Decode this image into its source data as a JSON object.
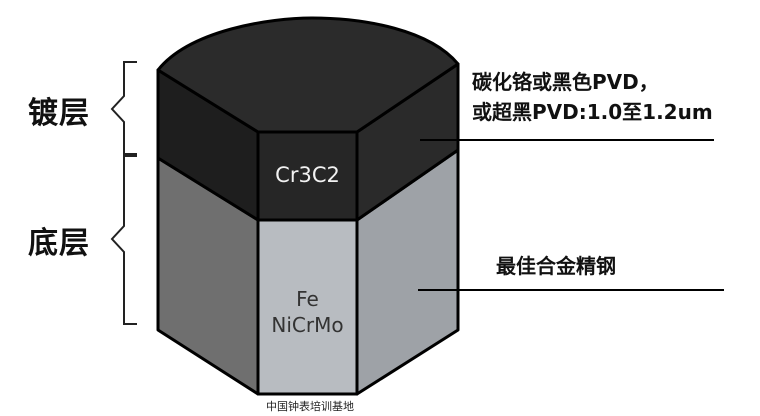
{
  "layers": {
    "coating_label": "镀层",
    "base_label": "底层"
  },
  "coating": {
    "material": "Cr3C2",
    "annotation_line1": "碳化铬或黑色PVD，",
    "annotation_line2": "或超黑PVD:1.0至1.2um"
  },
  "base": {
    "material_line1": "Fe",
    "material_line2": "NiCrMo",
    "annotation": "最佳合金精钢"
  },
  "watermark": {
    "text": "中国钟表培训基地"
  },
  "colors": {
    "coating_top": "#2b2b2b",
    "coating_side_dark": "#1e1e1e",
    "coating_front": "#262626",
    "base_side_dark": "#6f6f6f",
    "base_front": "#b8bcc1",
    "base_side_right": "#9ea2a7",
    "outline": "#000000",
    "text_light": "#f2f2f2",
    "text_dark": "#333333"
  }
}
